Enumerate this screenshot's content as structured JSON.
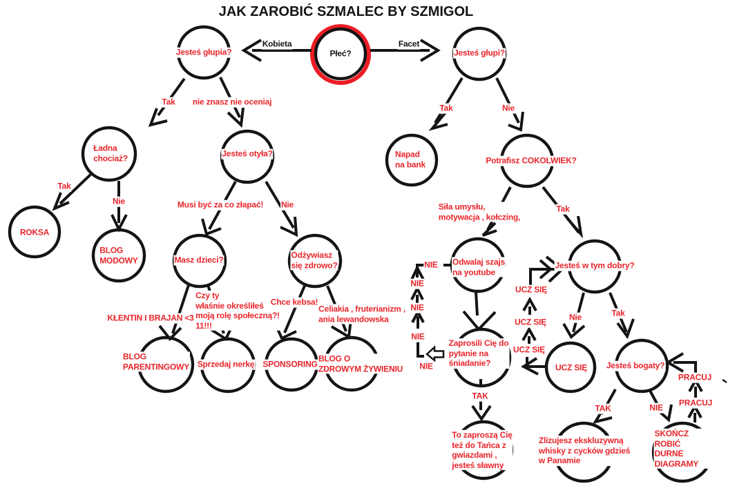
{
  "title": "JAK ZAROBIĆ SZMALEC BY SZMIGOL",
  "colors": {
    "red": "#e9252b",
    "ring_red": "#ed1c24",
    "ink": "#141414"
  },
  "nodes": {
    "plec": "Płeć?",
    "glupia": "Jesteś głupia?",
    "glupi": "Jesteś głupi?",
    "ladna": "Ładna\nchociaż?",
    "otyla": "Jesteś otyła?",
    "roksa": "ROKSA",
    "modowy": "BLOG\nMODOWY",
    "dzieci": "Masz dzieci?",
    "odzywiasz": "Odżywiasz\nsię zdrowo?",
    "napad": "Napad\nna bank",
    "potrafisz": "Potrafisz COKOLWIEK?",
    "odwalaj": "Odwalaj szajs\nna youtube",
    "dobry": "Jesteś w tym dobry?",
    "zaprosili": "Zaprosili Cię do\npytanie na\nśniadanie?",
    "uczsie": "UCZ SIĘ",
    "bogaty": "Jesteś bogaty?",
    "taniec": "To zaproszą Cię\nteż do Tańca z\ngwiazdami ,\njesteś sławny",
    "parentingowy": "BLOG\nPARENTINGOWY",
    "nerka": "Sprzedaj nerkę",
    "sponsoring": "SPONSORING",
    "zdrowie": "BLOG O\nZDROWYM ŻYWIENIU",
    "whisky": "Zlizujesz ekskluzywną\nwhisky z cycków gdzieś\nw Panamie",
    "diagramy": "SKOŃCZ ROBIĆ\nDURNE DIAGRAMY"
  },
  "edge_labels": {
    "kobieta": "Kobieta",
    "facet": "Facet",
    "glupia_tak": "Tak",
    "glupia_nie": "nie znasz nie oceniaj",
    "ladna_tak": "Tak",
    "ladna_nie": "Nie",
    "otyla_musi": "Musi być za co złapać!",
    "otyla_nie": "Nie",
    "klentin": "KŁENTIN I BRAJAN <3",
    "czyty": "Czy ty\nwłaśnie określiłeś\nmoją rolę społeczną?!\n11!!!",
    "kebsa": "Chce kebsa!",
    "celiakia": "Celiakia , fruterianizm ,\nania lewandowska",
    "glupi_tak": "Tak",
    "glupi_nie": "Nie",
    "sila": "Siła umysłu,\nmotywacja , kołczing,",
    "potrafisz_tak": "Tak",
    "nie1": "NIE",
    "nie2": "NIE",
    "nie3": "NIE",
    "nie4": "NIE",
    "nie5": "NIE",
    "zaprosili_tak": "TAK",
    "ucz1": "UCZ SIĘ",
    "ucz2": "UCZ SIĘ",
    "ucz3": "UCZ SIĘ",
    "dobry_nie": "Nie",
    "dobry_tak": "Tak",
    "bogaty_tak": "TAK",
    "bogaty_nie": "NIE",
    "pracuj1": "PRACUJ",
    "pracuj2": "PRACUJ"
  }
}
